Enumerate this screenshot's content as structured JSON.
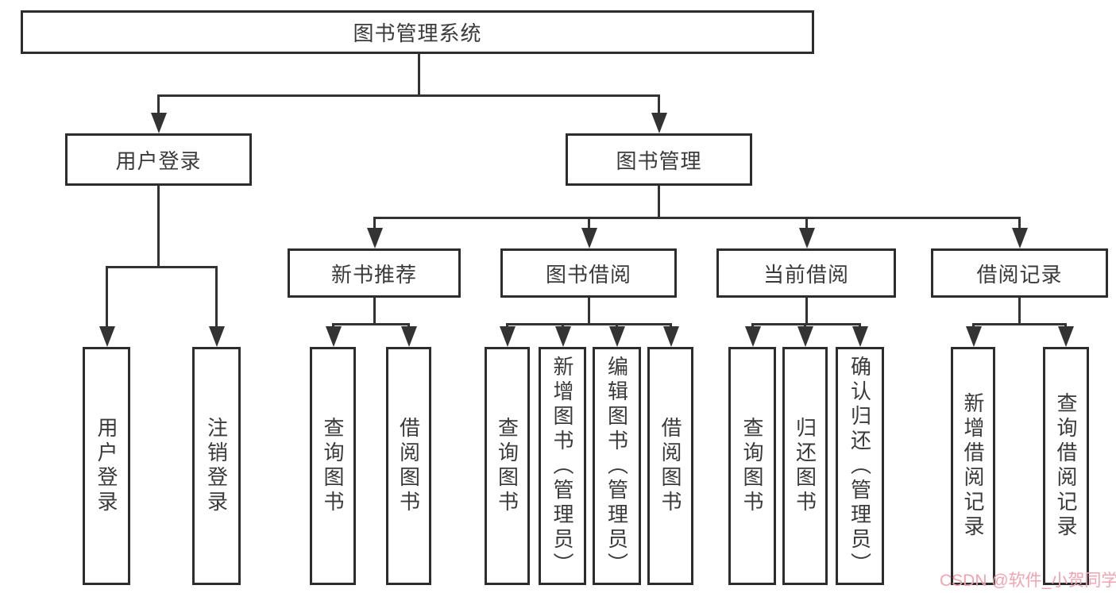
{
  "diagram": {
    "watermark": "CSDN @软件_小贺同学",
    "colors": {
      "line": "#333333",
      "border": "#2d2d2d",
      "text": "#3a3a3a",
      "watermark": "#f3a3af",
      "background": "#ffffff"
    }
  },
  "nodes": {
    "root": "图书管理系统",
    "level2": {
      "user_login": "用户登录",
      "book_management": "图书管理"
    },
    "level3": {
      "new_book": "新书推荐",
      "book_borrow": "图书借阅",
      "current_borrow": "当前借阅",
      "borrow_record": "借阅记录"
    },
    "leaves": {
      "user_login": [
        "用户登录",
        "注销登录"
      ],
      "new_book": [
        "查询图书",
        "借阅图书"
      ],
      "book_borrow": [
        "查询图书",
        "新增图书（管理员）",
        "编辑图书（管理员）",
        "借阅图书"
      ],
      "current_borrow": [
        "查询图书",
        "归还图书",
        "确认归还（管理员）"
      ],
      "borrow_record": [
        "新增借阅记录",
        "查询借阅记录"
      ]
    }
  }
}
